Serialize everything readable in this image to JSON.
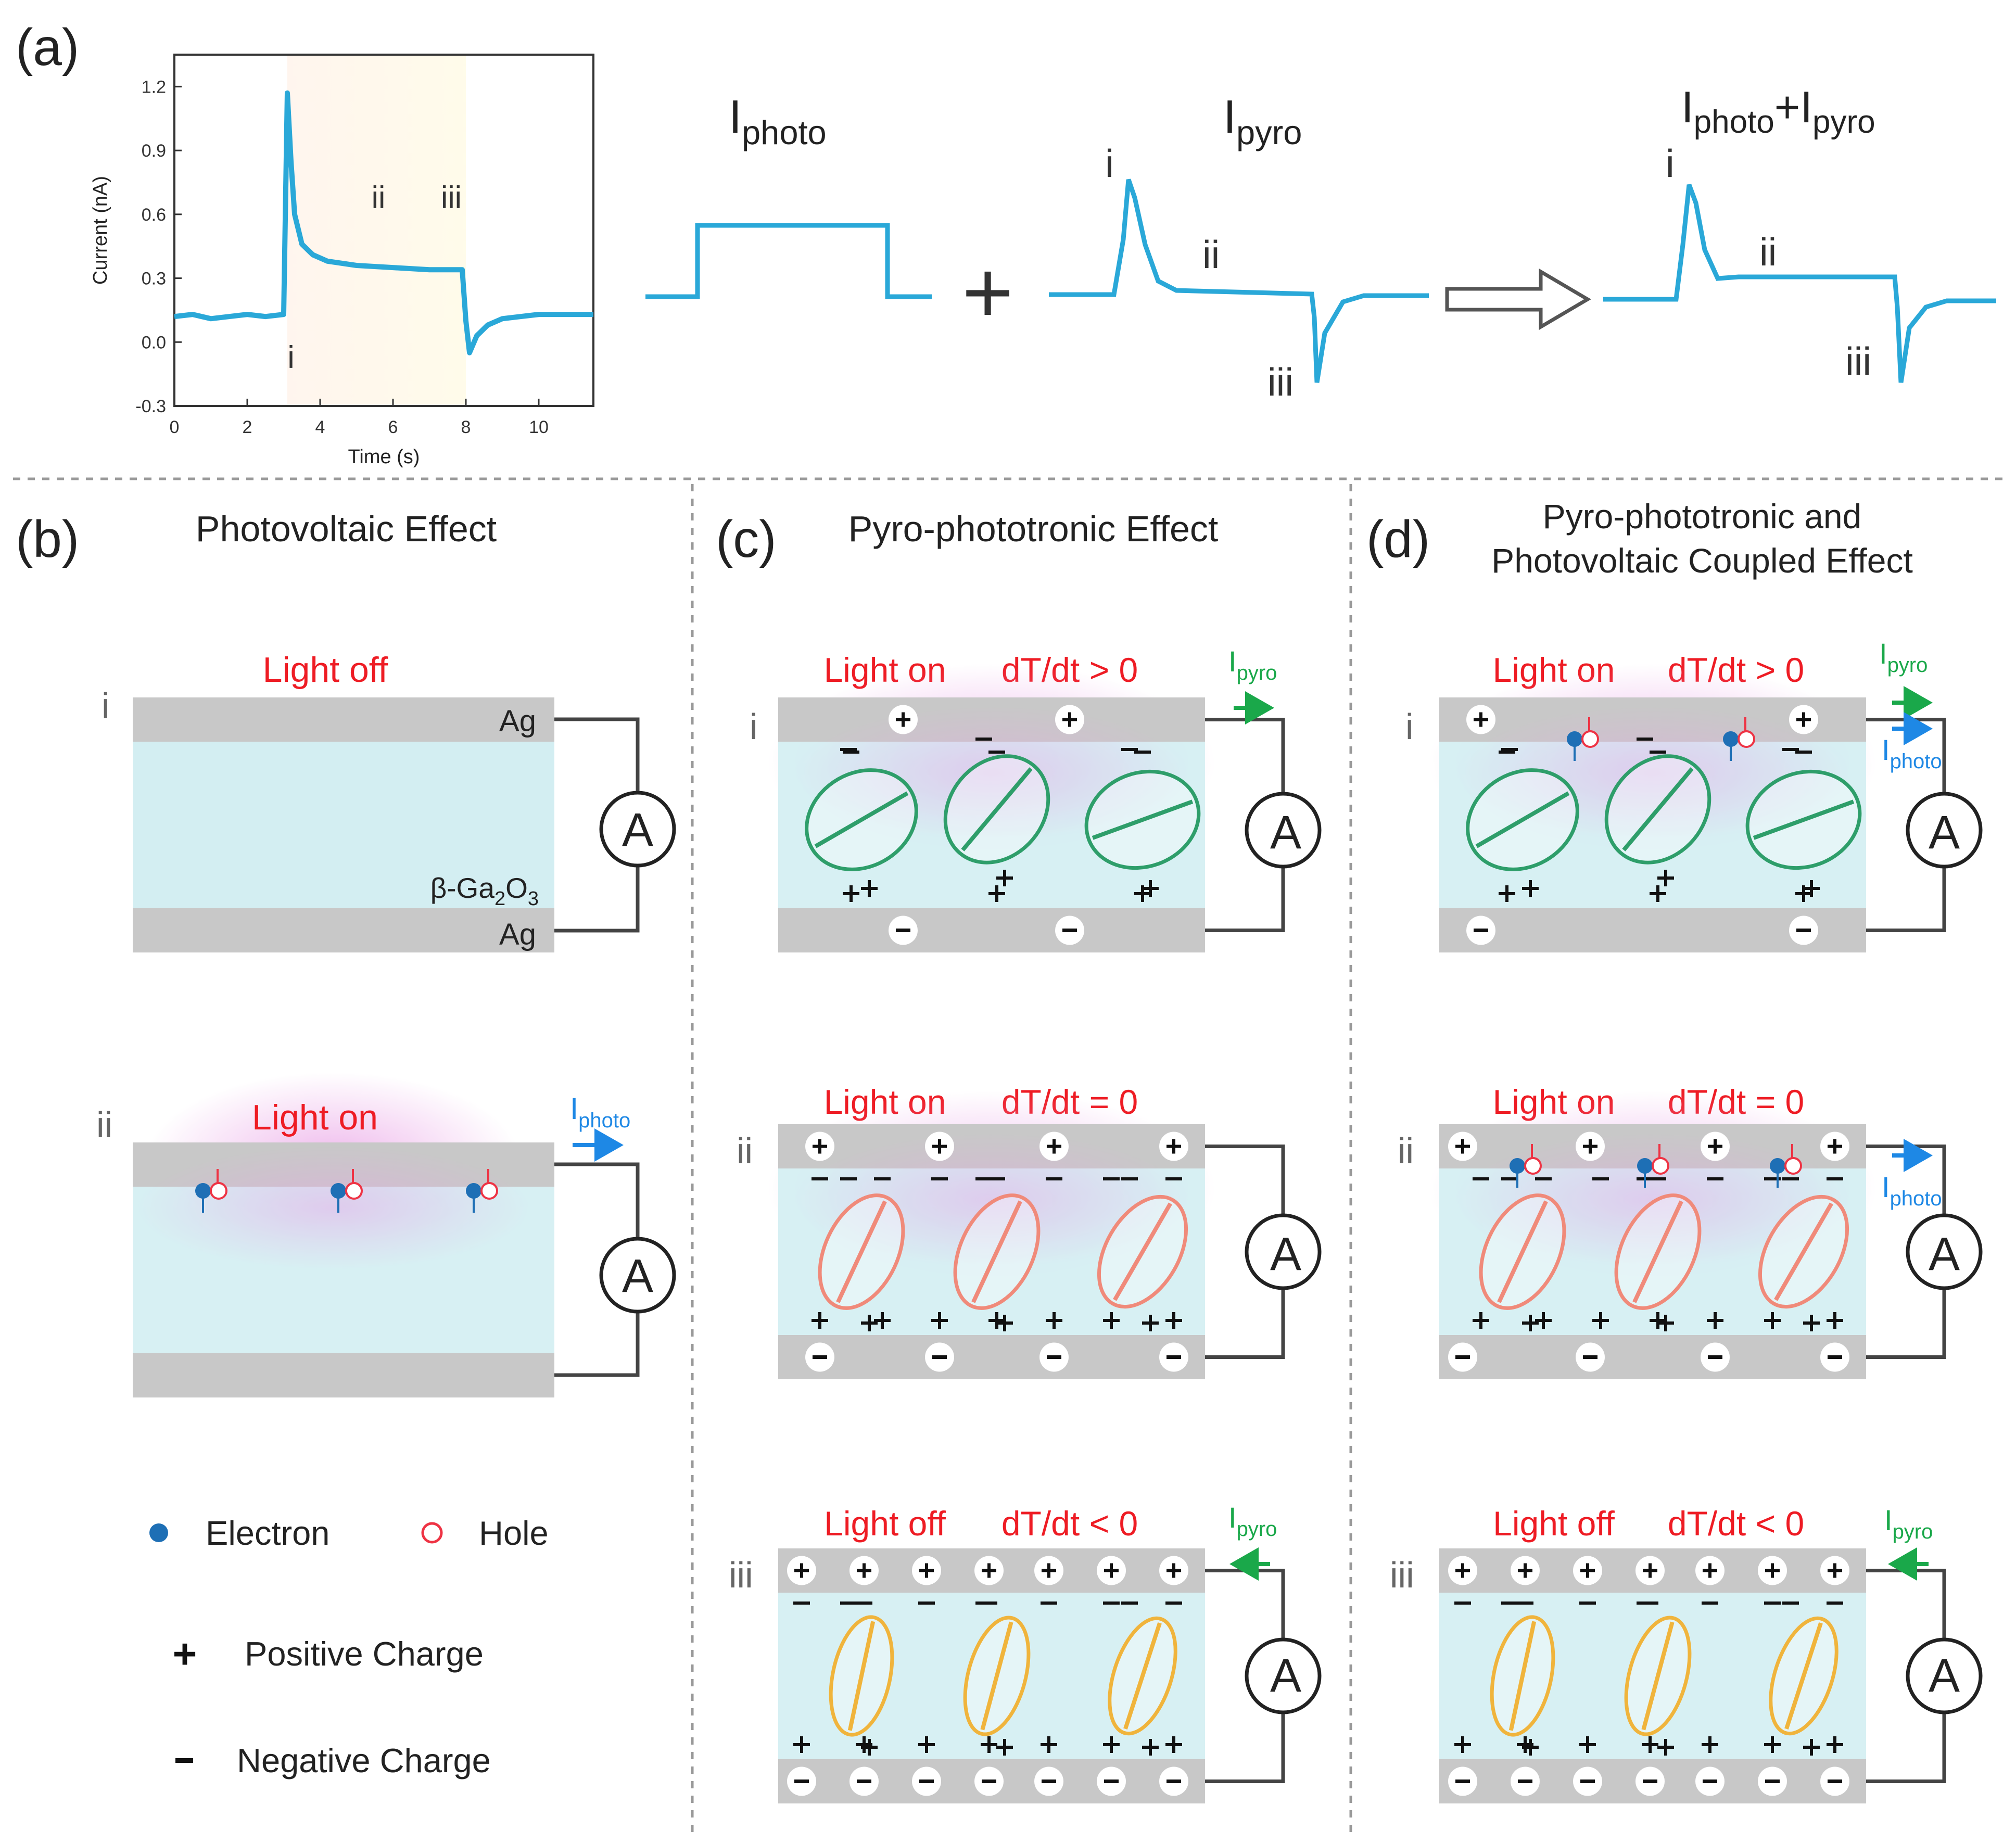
{
  "panel_a": {
    "label": "(a)",
    "chart_data": {
      "type": "line",
      "title": "",
      "xlabel": "Time (s)",
      "ylabel": "Current (nA)",
      "xlim": [
        0,
        11.5
      ],
      "ylim": [
        -0.3,
        1.35
      ],
      "x_ticks": [
        0,
        2,
        4,
        6,
        8,
        10
      ],
      "y_ticks": [
        -0.3,
        0.0,
        0.3,
        0.6,
        0.9,
        1.2
      ],
      "x_tick_labels": [
        "0",
        "2",
        "4",
        "6",
        "8",
        "10"
      ],
      "y_tick_labels": [
        "-0.3",
        "0.0",
        "0.3",
        "0.6",
        "0.9",
        "1.2"
      ],
      "series": [
        {
          "x": [
            0,
            0.5,
            1,
            1.5,
            2,
            2.5,
            3.0,
            3.1,
            3.2,
            3.3,
            3.5,
            3.8,
            4.2,
            5,
            6,
            7,
            7.9,
            8.0,
            8.1,
            8.3,
            8.6,
            9.0,
            9.5,
            10,
            10.5,
            11,
            11.5
          ],
          "values": [
            0.12,
            0.13,
            0.11,
            0.12,
            0.13,
            0.12,
            0.13,
            1.17,
            0.85,
            0.6,
            0.46,
            0.41,
            0.38,
            0.36,
            0.35,
            0.34,
            0.34,
            0.1,
            -0.05,
            0.03,
            0.08,
            0.11,
            0.12,
            0.13,
            0.13,
            0.13,
            0.13
          ]
        }
      ],
      "annotations": [
        {
          "label": "i",
          "x": 3.2,
          "y": -0.12
        },
        {
          "label": "ii",
          "x": 5.6,
          "y": 0.63
        },
        {
          "label": "iii",
          "x": 7.6,
          "y": 0.63
        }
      ],
      "line_color": "#2aa8d8"
    },
    "schematic": {
      "iphoto_label": "I",
      "iphoto_sub": "photo",
      "ipyro_label": "I",
      "ipyro_sub": "pyro",
      "sum_label_i1": "I",
      "sum_label_sub1": "photo",
      "sum_label_plus": "+I",
      "sum_label_sub2": "pyro",
      "plus_sign": "+",
      "stage_i": "i",
      "stage_ii": "ii",
      "stage_iii": "iii"
    }
  },
  "panel_b": {
    "label": "(b)",
    "title": "Photovoltaic Effect",
    "row_i": {
      "roman": "i",
      "light": "Light off",
      "top_electrode": "Ag",
      "bottom_electrode": "Ag",
      "material": "β-Ga",
      "sub1": "2",
      "mid": "O",
      "sub2": "3",
      "meter": "A"
    },
    "row_ii": {
      "roman": "ii",
      "light": "Light on",
      "current_label": "I",
      "current_sub": "photo",
      "meter": "A"
    },
    "legend": {
      "electron": "Electron",
      "hole": "Hole",
      "positive": "Positive Charge",
      "negative": "Negative Charge"
    }
  },
  "panel_c": {
    "label": "(c)",
    "title": "Pyro-phototronic Effect",
    "row_i": {
      "roman": "i",
      "light": "Light on",
      "rate": "dT/dt > 0",
      "current_label": "I",
      "current_sub": "pyro",
      "meter": "A"
    },
    "row_ii": {
      "roman": "ii",
      "light": "Light on",
      "rate": "dT/dt = 0",
      "meter": "A"
    },
    "row_iii": {
      "roman": "iii",
      "light": "Light off",
      "rate": "dT/dt < 0",
      "current_label": "I",
      "current_sub": "pyro",
      "meter": "A"
    }
  },
  "panel_d": {
    "label": "(d)",
    "title_line1": "Pyro-phototronic and",
    "title_line2": "Photovoltaic Coupled Effect",
    "row_i": {
      "roman": "i",
      "light": "Light on",
      "rate": "dT/dt > 0",
      "pyro_label": "I",
      "pyro_sub": "pyro",
      "photo_label": "I",
      "photo_sub": "photo",
      "meter": "A"
    },
    "row_ii": {
      "roman": "ii",
      "light": "Light on",
      "rate": "dT/dt = 0",
      "photo_label": "I",
      "photo_sub": "photo",
      "meter": "A"
    },
    "row_iii": {
      "roman": "iii",
      "light": "Light off",
      "rate": "dT/dt < 0",
      "pyro_label": "I",
      "pyro_sub": "pyro",
      "meter": "A"
    }
  },
  "colors": {
    "trace": "#2aa8d8",
    "red_text": "#ee1c24",
    "green_arrow": "#1aa84a",
    "blue_arrow": "#1e88e5",
    "electrode": "#c8c8c8",
    "material": "#d3eef2",
    "glow": "#e8a0e0",
    "dipole_green": "#2e9e6a",
    "dipole_pink": "#f08a7a",
    "dipole_orange": "#f0b43c",
    "electron": "#1e6fb5",
    "hole": "#ee3344"
  }
}
